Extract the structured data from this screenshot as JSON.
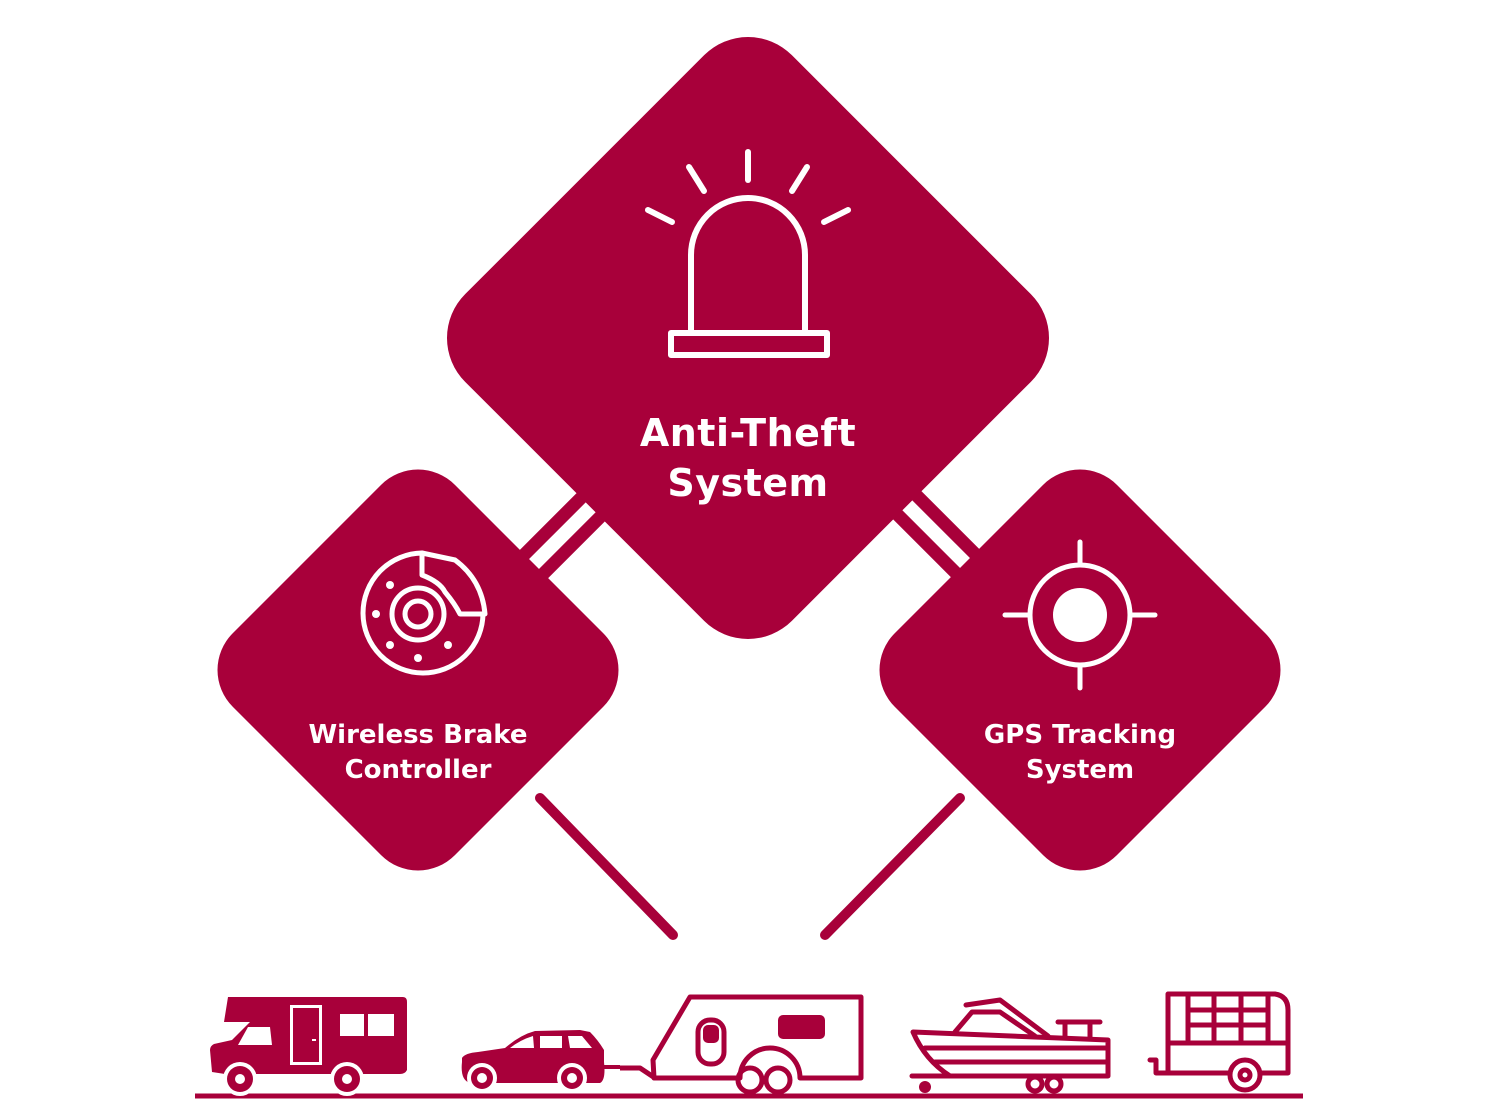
{
  "colors": {
    "brand": "#A8003A",
    "background": "#FFFFFF",
    "icon_stroke": "#FFFFFF"
  },
  "features": [
    {
      "id": "anti-theft",
      "icon": "siren-alarm-icon",
      "title_line1": "Anti-Theft",
      "title_line2": "System"
    },
    {
      "id": "wireless-brake",
      "icon": "brake-disc-icon",
      "title_line1": "Wireless Brake",
      "title_line2": "Controller"
    },
    {
      "id": "gps-tracking",
      "icon": "gps-target-icon",
      "title_line1": "GPS Tracking",
      "title_line2": "System"
    }
  ],
  "vehicles": [
    {
      "name": "motorhome",
      "icon": "motorhome-icon"
    },
    {
      "name": "car towing caravan",
      "icon": "car-icon"
    },
    {
      "name": "caravan",
      "icon": "caravan-icon"
    },
    {
      "name": "boat on trailer",
      "icon": "boat-trailer-icon"
    },
    {
      "name": "cage trailer",
      "icon": "cage-trailer-icon"
    }
  ]
}
